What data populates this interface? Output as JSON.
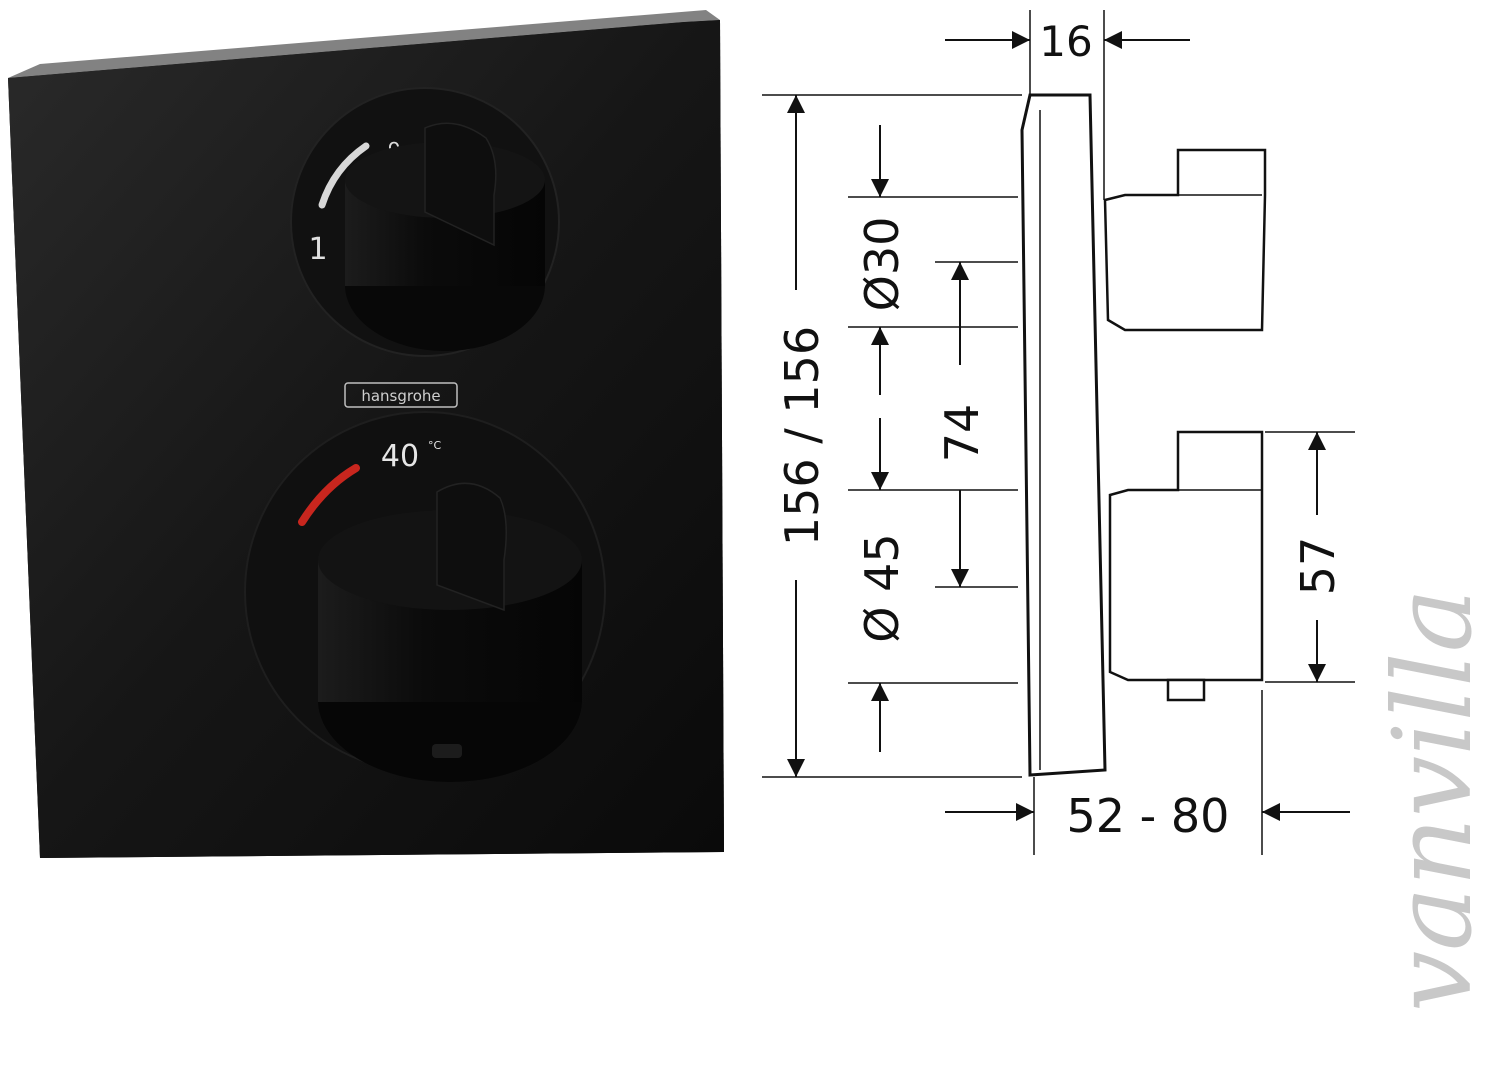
{
  "product": {
    "brand_label": "hansgrohe",
    "upper_knob_marks": {
      "circle": "o",
      "dash": "–",
      "number": "1"
    },
    "thermostat_label": "40",
    "thermostat_unit": "°C"
  },
  "drawing": {
    "dim_top_depth": "16",
    "dim_height": "156 / 156",
    "dim_upper_diameter": "Ø30",
    "dim_spacing": "74",
    "dim_lower_diameter": "Ø 45",
    "dim_lower_knob": "57",
    "dim_total_depth": "52 - 80"
  },
  "watermark": "vanvilla",
  "colors": {
    "panel": "#141414",
    "knob": "#0c0c0c",
    "hot_indicator": "#c8261e",
    "brand_text": "#cfcfcf",
    "line": "#111111",
    "watermark": "#c8c8c8"
  }
}
